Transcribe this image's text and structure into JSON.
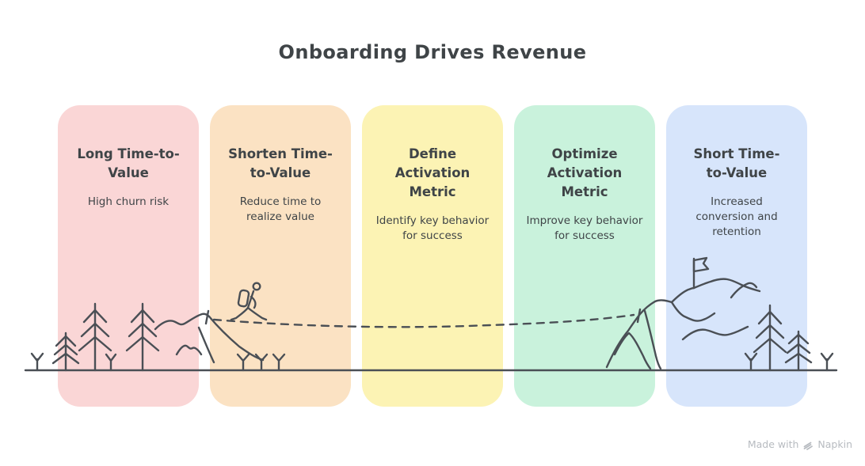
{
  "title": "Onboarding Drives Revenue",
  "cards": [
    {
      "title": "Long Time-to-Value",
      "subtitle": "High churn risk",
      "bg": "#FAD6D6"
    },
    {
      "title": "Shorten Time-to-Value",
      "subtitle": "Reduce time to realize value",
      "bg": "#FBE2C3"
    },
    {
      "title": "Define Activation Metric",
      "subtitle": "Identify key behavior for success",
      "bg": "#FCF3B4"
    },
    {
      "title": "Optimize Activation Metric",
      "subtitle": "Improve key behavior for success",
      "bg": "#C9F2DC"
    },
    {
      "title": "Short Time-to-Value",
      "subtitle": "Increased conversion and retention",
      "bg": "#D7E5FB"
    }
  ],
  "illustration": {
    "icons": [
      "pine-tree-icon",
      "sprout-icon",
      "hill-icon",
      "hiker-icon",
      "dashed-journey-path",
      "mountain-icon",
      "flag-icon",
      "ground-line"
    ],
    "description": "hand-drawn journey from forest hill hiker along dashed path to summit flag"
  },
  "watermark": {
    "prefix": "Made with",
    "brand": "Napkin"
  },
  "colors": {
    "background": "#FFFFFF",
    "text": "#3F4447",
    "stroke": "#4A4F55",
    "watermark": "#B7BBC0",
    "card_pink": "#FAD6D6",
    "card_peach": "#FBE2C3",
    "card_yellow": "#FCF3B4",
    "card_mint": "#C9F2DC",
    "card_blue": "#D7E5FB"
  }
}
